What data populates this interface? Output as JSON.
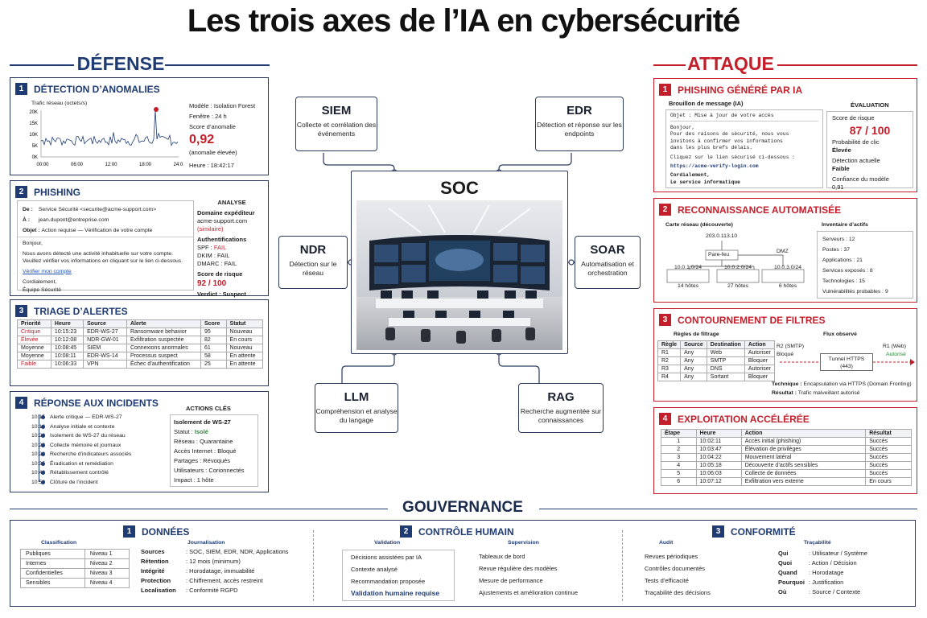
{
  "title": "Les trois axes de l’IA en cybersécurité",
  "colors": {
    "navy": "#1f3b73",
    "red": "#c41e2a",
    "green": "#2a8a3a"
  },
  "defense": {
    "header": "DÉFENSE",
    "anomaly": {
      "num": "1",
      "title": "DÉTECTION D’ANOMALIES",
      "chart_label": "Trafic réseau (octets/s)",
      "yticks": [
        "20K",
        "15K",
        "10K",
        "5K",
        "0K"
      ],
      "xticks": [
        "00:00",
        "06:00",
        "12:00",
        "18:00",
        "24:00"
      ],
      "model": "Modèle : Isolation Forest",
      "window": "Fenêtre : 24 h",
      "score_label": "Score d’anomalie",
      "score": "0,92",
      "score_note": "(anomalie élevée)",
      "time": "Heure : 18:42:17"
    },
    "phishing": {
      "num": "2",
      "title": "PHISHING",
      "de_label": "De :",
      "de": "Service Sécurité <securite@acme-support.com>",
      "a_label": "À :",
      "a": "jean.dupont@entreprise.com",
      "obj_label": "Objet :",
      "obj": "Action requise — Vérification de votre compte",
      "greet": "Bonjour,",
      "body1": "Nous avons détecté une activité inhabituelle sur votre compte.",
      "body2": "Veuillez vérifier vos informations en cliquant sur le lien ci-dessous.",
      "link": "Vérifier mon compte",
      "sign1": "Cordialement,",
      "sign2": "Équipe Sécurité",
      "analysis_title": "ANALYSE",
      "domain_label": "Domaine expéditeur",
      "domain": "acme-support.com",
      "domain_note": "(similaire)",
      "auth_label": "Authentifications",
      "spf": "SPF :",
      "spf_v": "FAIL",
      "dkim": "DKIM : FAIL",
      "dmarc": "DMARC : FAIL",
      "risk_label": "Score de risque",
      "risk": "92 / 100",
      "verdict": "Verdict : Suspect"
    },
    "triage": {
      "num": "3",
      "title": "TRIAGE D’ALERTES",
      "headers": [
        "Priorité",
        "Heure",
        "Source",
        "Alerte",
        "Score",
        "Statut"
      ],
      "rows": [
        [
          "Critique",
          "10:15:23",
          "EDR-WS-27",
          "Ransomware behavior",
          "95",
          "Nouveau"
        ],
        [
          "Élevée",
          "10:12:08",
          "NDR-GW-01",
          "Exfiltration suspectée",
          "82",
          "En cours"
        ],
        [
          "Moyenne",
          "10:08:45",
          "SIEM",
          "Connexions anormales",
          "61",
          "Nouveau"
        ],
        [
          "Moyenne",
          "10:08:11",
          "EDR-WS-14",
          "Processus suspect",
          "58",
          "En attente"
        ],
        [
          "Faible",
          "10:06:33",
          "VPN",
          "Échec d’authentification",
          "25",
          "En attente"
        ]
      ]
    },
    "incident": {
      "num": "4",
      "title": "RÉPONSE AUX INCIDENTS",
      "timeline": [
        {
          "t": "10:15",
          "e": "Alerte critique — EDR-WS-27"
        },
        {
          "t": "10:16",
          "e": "Analyse initiale et contexte"
        },
        {
          "t": "10:20",
          "e": "Isolement de WS-27 du réseau"
        },
        {
          "t": "10:23",
          "e": "Collecte mémoire et journaux"
        },
        {
          "t": "10:28",
          "e": "Recherche d’indicateurs associés"
        },
        {
          "t": "10:35",
          "e": "Éradication et remédiation"
        },
        {
          "t": "10:42",
          "e": "Rétablissement contrôlé"
        },
        {
          "t": "10:50",
          "e": "Clôture de l’incident"
        }
      ],
      "actions_title": "ACTIONS CLÉS",
      "iso": "Isolement de WS-27",
      "statut_l": "Statut :",
      "statut_v": "Isolé",
      "reseau": "Réseau : Quarantaine",
      "internet": "Accès Internet : Bloqué",
      "partages": "Partages : Révoqués",
      "users": "Utilisateurs : Corionnectés",
      "impact": "Impact : 1 hôte"
    }
  },
  "soc": {
    "title": "SOC",
    "nodes": [
      {
        "t": "SIEM",
        "s": "Collecte et corrélation des événements"
      },
      {
        "t": "EDR",
        "s": "Détection et réponse sur les endpoints"
      },
      {
        "t": "NDR",
        "s": "Détection sur le réseau"
      },
      {
        "t": "SOAR",
        "s": "Automatisation et orchestration"
      },
      {
        "t": "LLM",
        "s": "Compréhension et analyse du langage"
      },
      {
        "t": "RAG",
        "s": "Recherche augmentée sur connaissances"
      }
    ]
  },
  "attaque": {
    "header": "ATTAQUE",
    "phish": {
      "num": "1",
      "title": "PHISHING GÉNÉRÉ PAR IA",
      "draft_label": "Brouillon de message (IA)",
      "objet": "Objet : Mise à jour de votre accès",
      "l1": "Bonjour,",
      "l2": "Pour des raisons de sécurité, nous vous",
      "l3": "invitons à confirmer vos informations",
      "l4": "dans les plus brefs délais.",
      "l5": "Cliquez sur le lien sécurisé ci-dessous :",
      "url": "https://acme-verify-login.com",
      "l6": "Cordialement,",
      "l7": "Le service informatique",
      "eval_title": "ÉVALUATION",
      "risk_l": "Score de risque",
      "risk": "87 / 100",
      "click_l": "Probabilité de clic",
      "click": "Élevée",
      "det_l": "Détection actuelle",
      "det": "Faible",
      "conf": "Confiance du modèle",
      "conf_v": "0,91"
    },
    "recon": {
      "num": "2",
      "title": "RECONNAISSANCE AUTOMATISÉE",
      "map_label": "Carte réseau (découverte)",
      "ip": "203.0.113.10",
      "fw": "Pare-feu",
      "dmz": "DMZ",
      "nets": [
        {
          "n": "10.0.1.0/24",
          "h": "14 hôtes"
        },
        {
          "n": "10.0.2.0/24",
          "h": "27 hôtes"
        },
        {
          "n": "10.0.3.0/24",
          "h": "6 hôtes"
        }
      ],
      "inv_title": "Inventaire d’actifs",
      "inv": [
        "Serveurs :  12",
        "Postes :  37",
        "Applications : 21",
        "Services exposés : 8",
        "Technologies :  15",
        "Vulnérabilités probables : 9"
      ]
    },
    "bypass": {
      "num": "3",
      "title": "CONTOURNEMENT DE FILTRES",
      "rules_label": "Règles de filtrage",
      "headers": [
        "Règle",
        "Source",
        "Destination",
        "Action"
      ],
      "rows": [
        [
          "R1",
          "Any",
          "Web",
          "Autoriser"
        ],
        [
          "R2",
          "Any",
          "SMTP",
          "Bloquer"
        ],
        [
          "R3",
          "Any",
          "DNS",
          "Autoriser"
        ],
        [
          "R4",
          "Any",
          "Sortant",
          "Bloquer"
        ]
      ],
      "flux_label": "Flux observé",
      "r2": "R2 (SMTP)",
      "r2s": "Bloqué",
      "r1": "R1 (Web)",
      "r1s": "Autorisé",
      "tunnel": "Tunnel HTTPS",
      "tunnel2": "(443)",
      "tech_l": "Technique :",
      "tech": "Encapsulation via HTTPS (Domain Fronting)",
      "res_l": "Résultat :",
      "res": "Trafic malveillant autorisé"
    },
    "exploit": {
      "num": "4",
      "title": "EXPLOITATION ACCÉLÉRÉE",
      "headers": [
        "Étape",
        "Heure",
        "Action",
        "Résultat"
      ],
      "rows": [
        [
          "1",
          "10:02:11",
          "Accès initial (phishing)",
          "Succès"
        ],
        [
          "2",
          "10:03:47",
          "Élévation de privilèges",
          "Succès"
        ],
        [
          "3",
          "10:04:22",
          "Mouvement latéral",
          "Succès"
        ],
        [
          "4",
          "10:05:18",
          "Découverte d’actifs sensibles",
          "Succès"
        ],
        [
          "5",
          "10:06:03",
          "Collecte de données",
          "Succès"
        ],
        [
          "6",
          "10:07:12",
          "Exfiltration vers externe",
          "En cours"
        ]
      ]
    }
  },
  "gov": {
    "header": "GOUVERNANCE",
    "donnees": {
      "num": "1",
      "title": "DONNÉES",
      "class_title": "Classification",
      "class": [
        [
          "Publiques",
          "Niveau 1"
        ],
        [
          "Internes",
          "Niveau 2"
        ],
        [
          "Confidentielles",
          "Niveau 3"
        ],
        [
          "Sensibles",
          "Niveau 4"
        ]
      ],
      "journ_title": "Journalisation",
      "journ": [
        [
          "Sources",
          ": SOC, SIEM, EDR, NDR, Applications"
        ],
        [
          "Rétention",
          ": 12 mois (minimum)"
        ],
        [
          "Intégrité",
          ": Horodatage, immuabilité"
        ],
        [
          "Protection",
          ": Chiffrement, accès restreint"
        ],
        [
          "Localisation",
          ": Conformité RGPD"
        ]
      ]
    },
    "controle": {
      "num": "2",
      "title": "CONTRÔLE HUMAIN",
      "val_title": "Validation",
      "val": [
        "Décisions assistées par IA",
        "Contexte analysé",
        "Recommandation proposée",
        "Validation humaine requise"
      ],
      "sup_title": "Supervision",
      "sup": [
        "Tableaux de bord",
        "Revue régulière des modèles",
        "Mesure de performance",
        "Ajustements et amélioration continue"
      ]
    },
    "conf": {
      "num": "3",
      "title": "CONFORMITÉ",
      "audit_title": "Audit",
      "audit": [
        "Revues périodiques",
        "Contrôles documentés",
        "Tests d’efficacité",
        "Traçabilité des décisions"
      ],
      "trac_title": "Traçabilité",
      "trac": [
        [
          "Qui",
          ": Utilisateur / Système"
        ],
        [
          "Quoi",
          ": Action / Décision"
        ],
        [
          "Quand",
          ": Horodatage"
        ],
        [
          "Pourquoi",
          ": Justification"
        ],
        [
          "Où",
          ": Source / Contexte"
        ]
      ]
    }
  }
}
